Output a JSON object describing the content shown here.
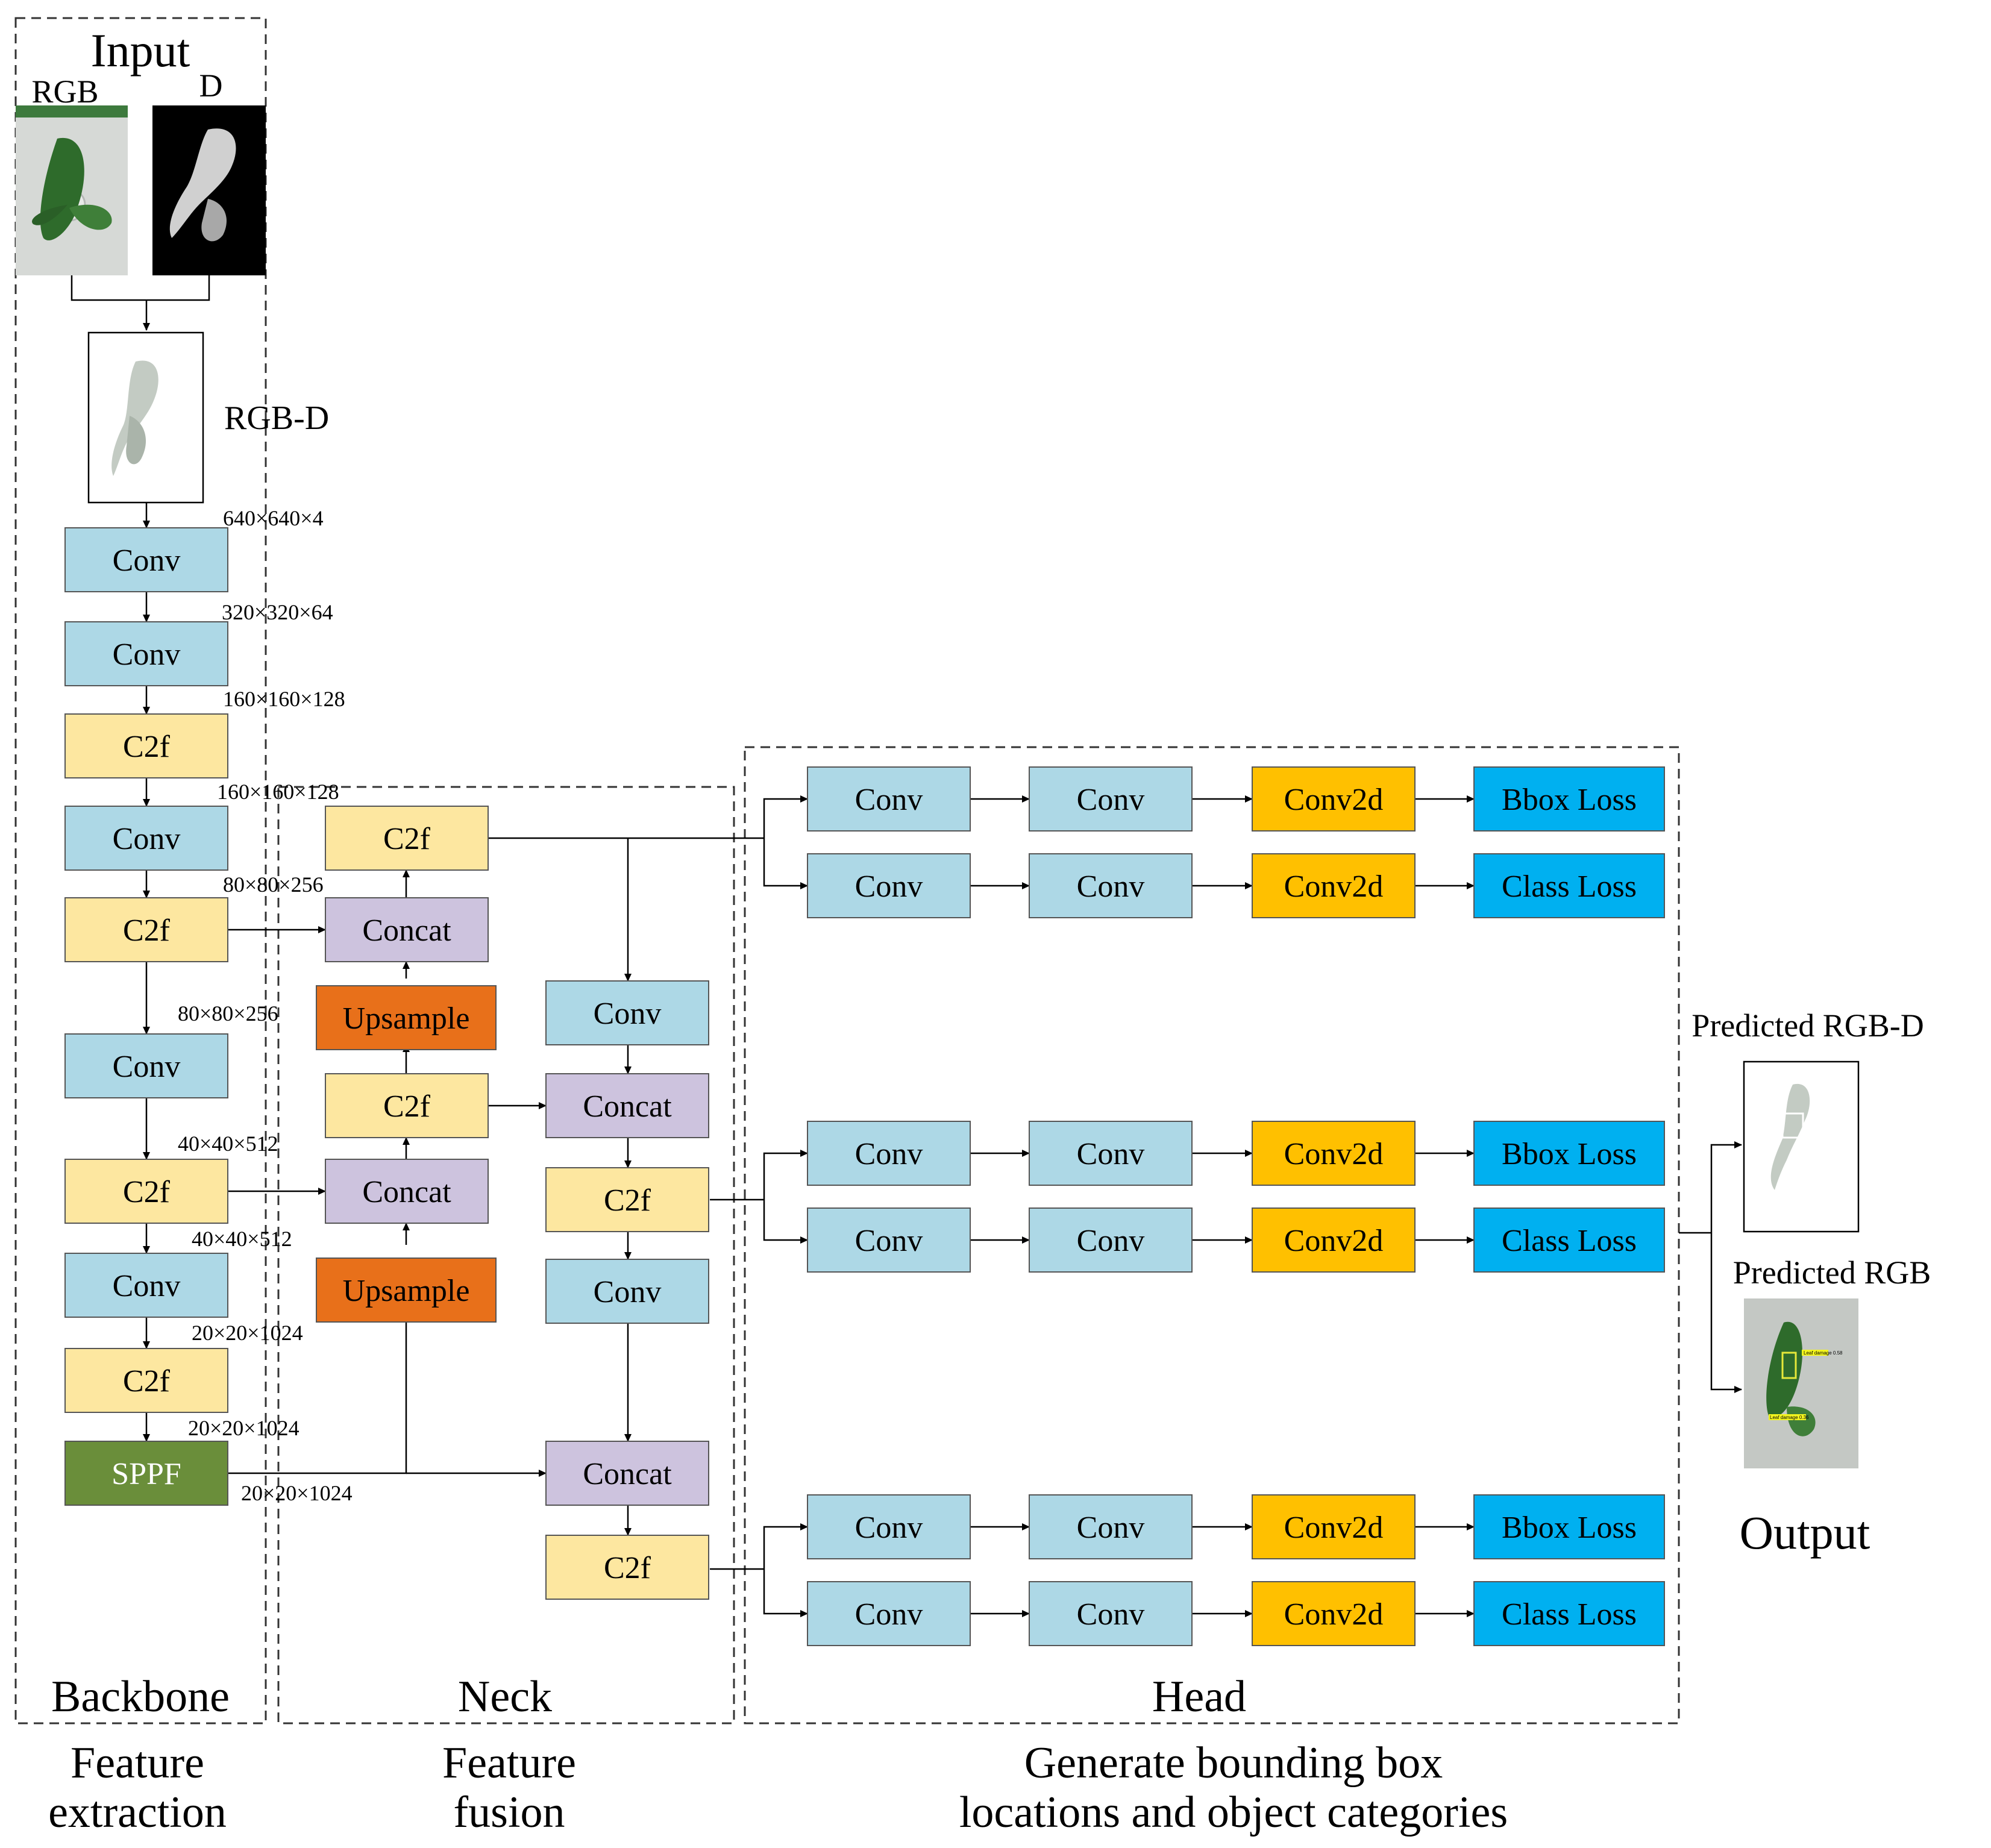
{
  "sections": {
    "input_title": "Input",
    "rgb_label": "RGB",
    "d_label": "D",
    "rgbd_label": "RGB-D",
    "backbone": "Backbone",
    "neck": "Neck",
    "head": "Head",
    "output": "Output",
    "predicted_rgbd": "Predicted RGB-D",
    "predicted_rgb": "Predicted RGB",
    "bottom_feature_extraction": [
      "Feature",
      "extraction"
    ],
    "bottom_feature_fusion": [
      "Feature",
      "fusion"
    ],
    "bottom_generate": [
      "Generate bounding box",
      "locations and object categories"
    ]
  },
  "colors": {
    "conv": "#add8e6",
    "c2f": "#fde7a0",
    "concat": "#cdc3de",
    "upsample": "#e8701a",
    "sppf": "#6a8e3a",
    "conv2d": "#ffc000",
    "loss": "#00b0f0",
    "leaf": "#2e6b2b",
    "depth_gray": "#c8cdc8"
  },
  "backbone_blocks": [
    {
      "label": "Conv",
      "kind": "conv"
    },
    {
      "label": "Conv",
      "kind": "conv"
    },
    {
      "label": "C2f",
      "kind": "c2f"
    },
    {
      "label": "Conv",
      "kind": "conv"
    },
    {
      "label": "C2f",
      "kind": "c2f"
    },
    {
      "label": "Conv",
      "kind": "conv"
    },
    {
      "label": "C2f",
      "kind": "c2f"
    },
    {
      "label": "Conv",
      "kind": "conv"
    },
    {
      "label": "C2f",
      "kind": "c2f"
    },
    {
      "label": "SPPF",
      "kind": "sppf"
    }
  ],
  "dimension_labels": [
    "640×640×4",
    "320×320×64",
    "160×160×128",
    "160×160×128",
    "80×80×256",
    "80×80×256",
    "40×40×512",
    "40×40×512",
    "20×20×1024",
    "20×20×1024",
    "20×20×1024"
  ],
  "neck_blocks": [
    {
      "label": "C2f",
      "kind": "c2f"
    },
    {
      "label": "Concat",
      "kind": "concat"
    },
    {
      "label": "Upsample",
      "kind": "upsample"
    },
    {
      "label": "C2f",
      "kind": "c2f"
    },
    {
      "label": "Concat",
      "kind": "concat"
    },
    {
      "label": "Upsample",
      "kind": "upsample"
    },
    {
      "label": "Conv",
      "kind": "conv"
    },
    {
      "label": "Concat",
      "kind": "concat"
    },
    {
      "label": "C2f",
      "kind": "c2f"
    },
    {
      "label": "Conv",
      "kind": "conv"
    },
    {
      "label": "Concat",
      "kind": "concat"
    },
    {
      "label": "C2f",
      "kind": "c2f"
    }
  ],
  "head_row": [
    {
      "label": "Conv",
      "kind": "conv"
    },
    {
      "label": "Conv",
      "kind": "conv"
    },
    {
      "label": "Conv2d",
      "kind": "conv2d"
    }
  ],
  "head_losses": [
    "Bbox Loss",
    "Class Loss"
  ],
  "detection_tags": [
    "Leaf damage 0.58",
    "Leaf damage 0.36"
  ]
}
